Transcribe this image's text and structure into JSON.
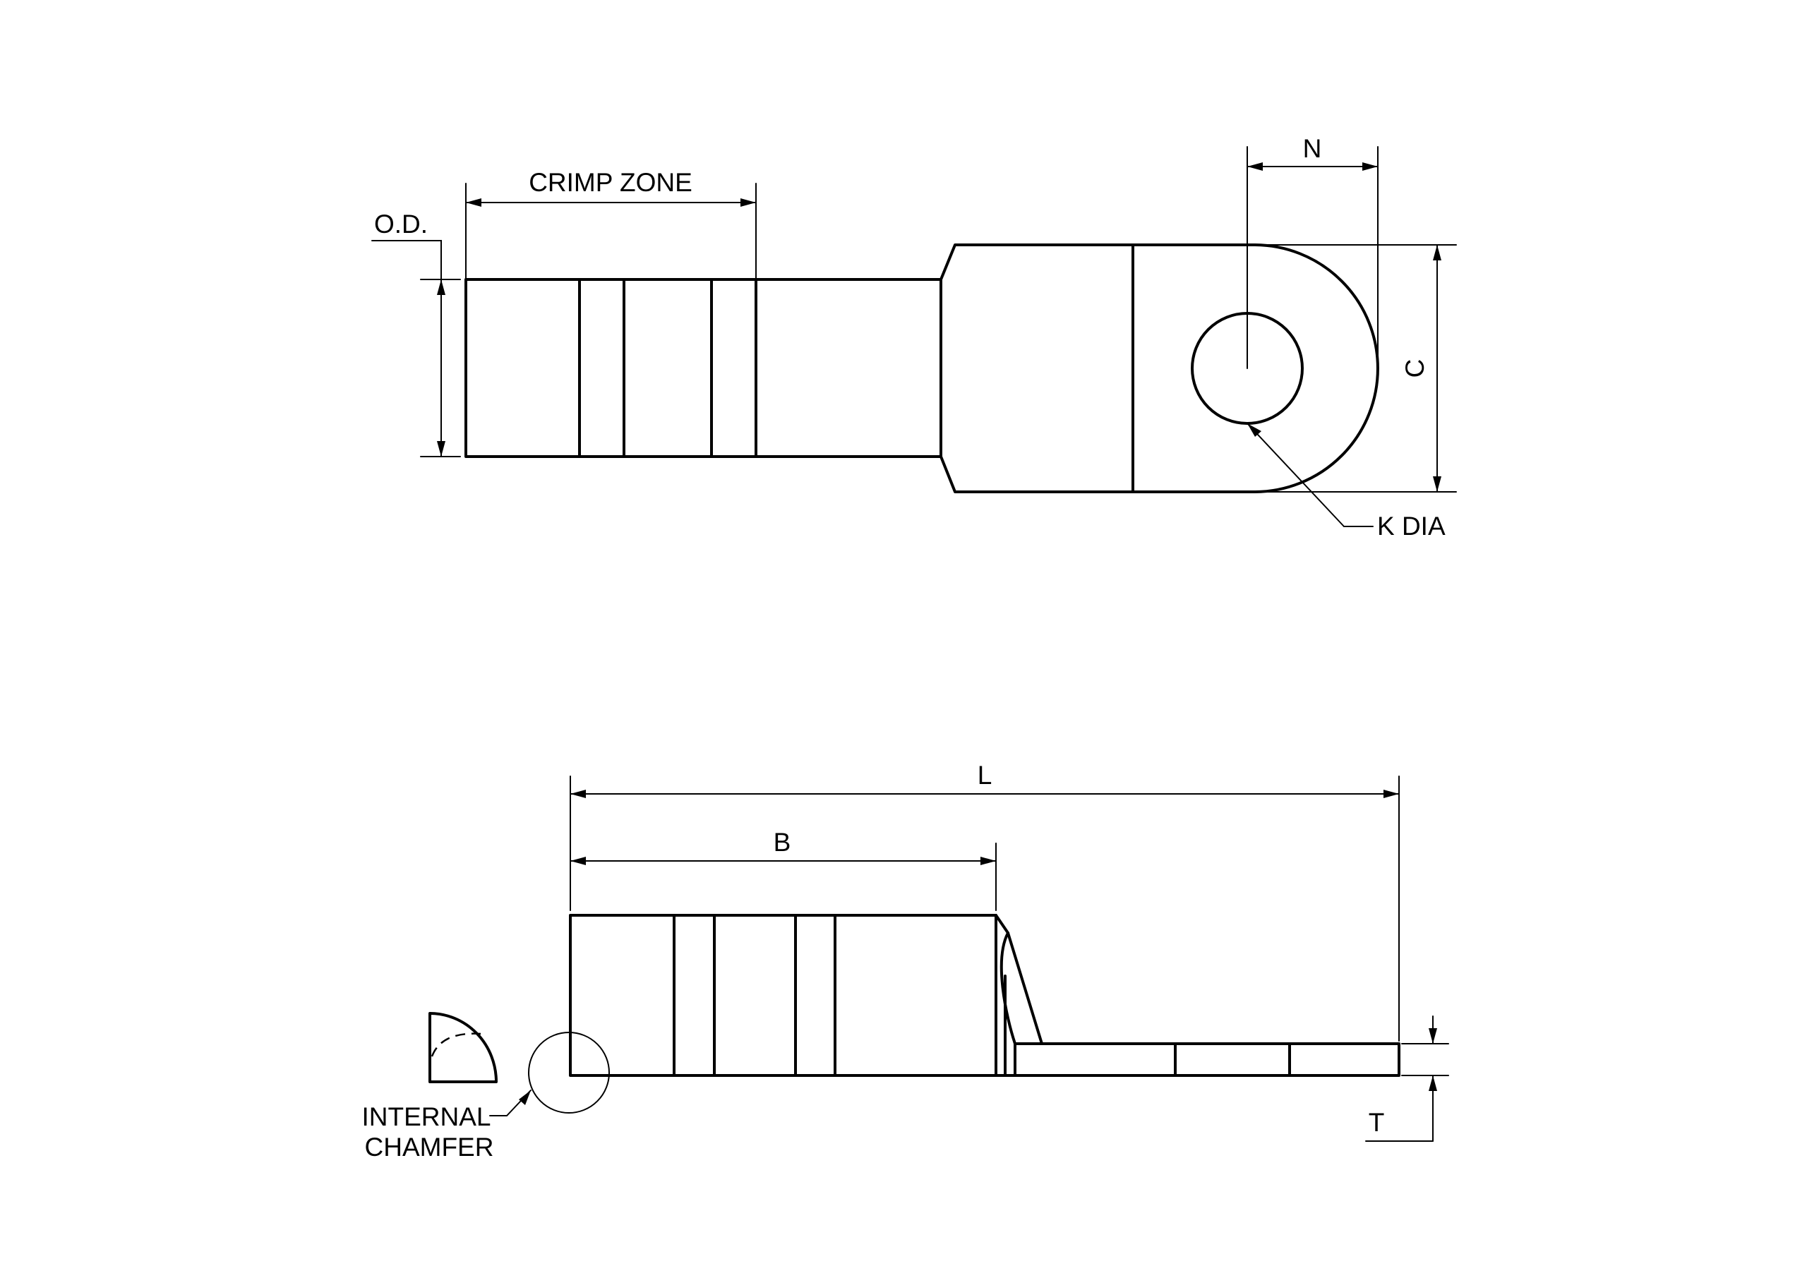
{
  "labels": {
    "crimp_zone": "CRIMP ZONE",
    "od": "O.D.",
    "n": "N",
    "c": "C",
    "k_dia": "K DIA",
    "l": "L",
    "b": "B",
    "t": "T",
    "internal_chamfer_line1": "INTERNAL",
    "internal_chamfer_line2": "CHAMFER"
  }
}
